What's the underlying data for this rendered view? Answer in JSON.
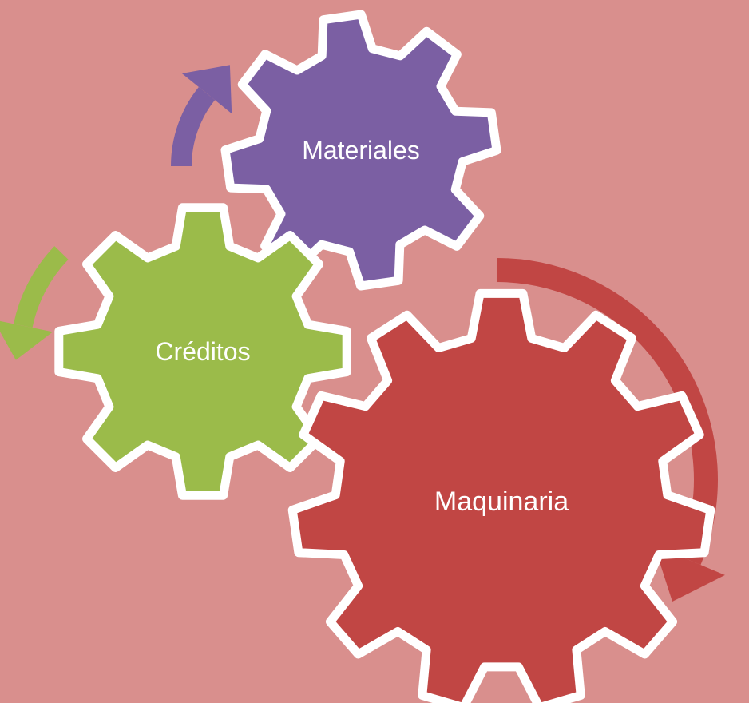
{
  "diagram": {
    "background": "#d98f8d",
    "outline_color": "#ffffff",
    "gears": [
      {
        "key": "materiales",
        "label": "Materiales",
        "color": "#7b5fa3",
        "arrow_color": "#7b5fa3"
      },
      {
        "key": "creditos",
        "label": "Créditos",
        "color": "#9bbb4a",
        "arrow_color": "#9bbb4a"
      },
      {
        "key": "maquinaria",
        "label": "Maquinaria",
        "color": "#c14644",
        "arrow_color": "#c14644"
      }
    ]
  }
}
